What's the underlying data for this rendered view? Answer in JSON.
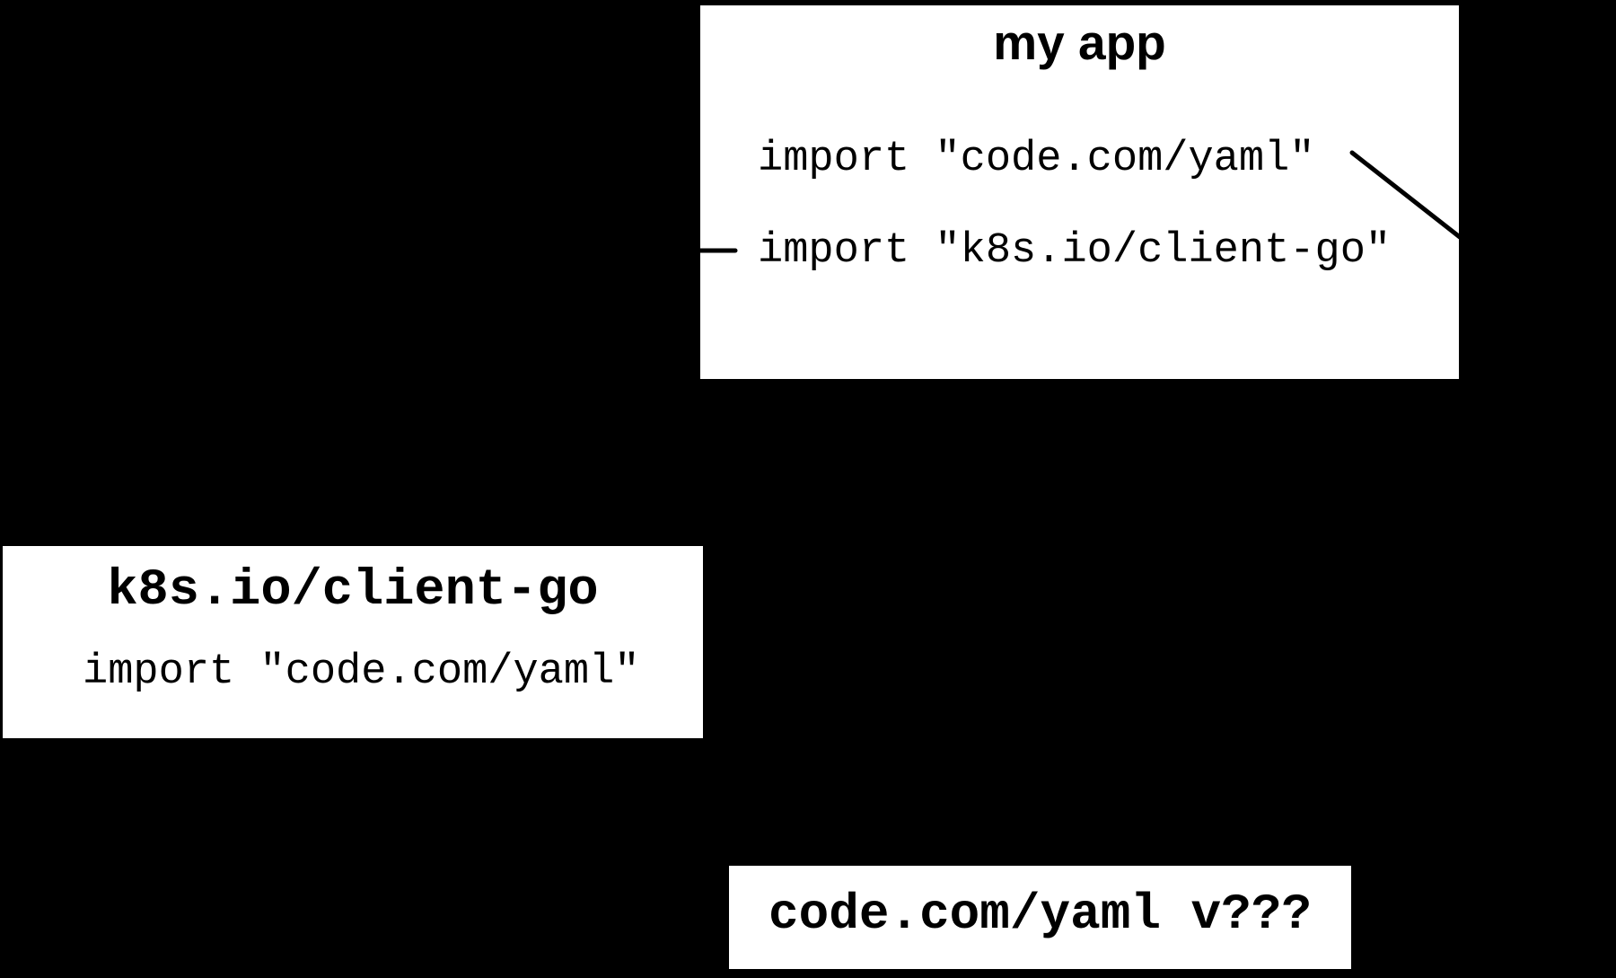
{
  "colors": {
    "background": "#000000",
    "box_fill": "#ffffff",
    "text": "#000000",
    "connector": "#000000"
  },
  "boxes": {
    "my_app": {
      "title": "my app",
      "import_1": "import \"code.com/yaml\"",
      "import_2": "import \"k8s.io/client-go\""
    },
    "client_go": {
      "title": "k8s.io/client-go",
      "import_1": "import \"code.com/yaml\""
    },
    "yaml_pkg": {
      "title": "code.com/yaml v???"
    }
  }
}
